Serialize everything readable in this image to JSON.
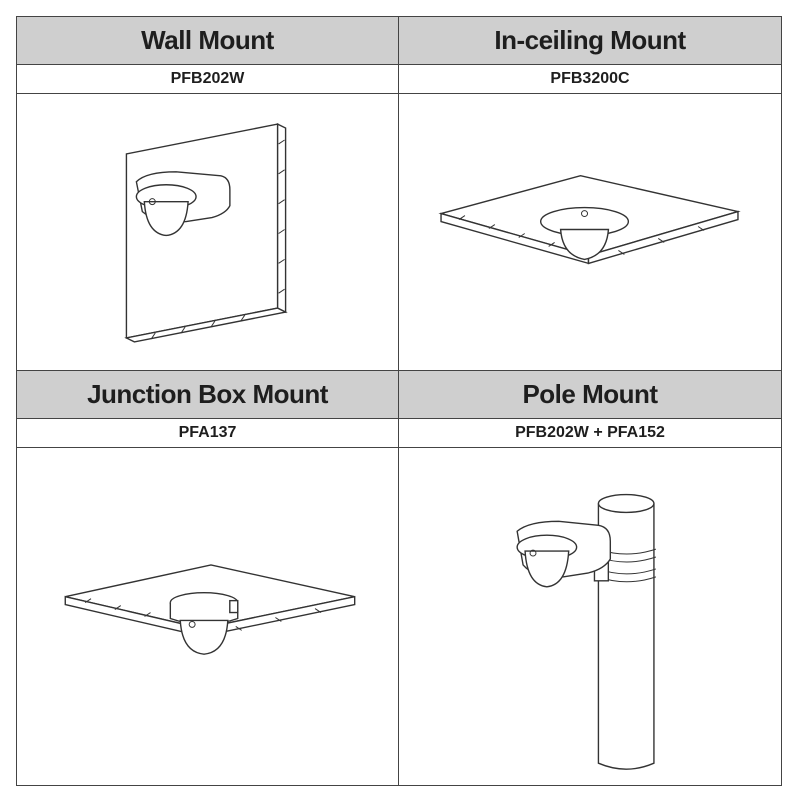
{
  "cells": [
    {
      "title": "Wall Mount",
      "model": "PFB202W"
    },
    {
      "title": "In-ceiling Mount",
      "model": "PFB3200C"
    },
    {
      "title": "Junction Box Mount",
      "model": "PFA137"
    },
    {
      "title": "Pole Mount",
      "model": "PFB202W + PFA152"
    }
  ]
}
